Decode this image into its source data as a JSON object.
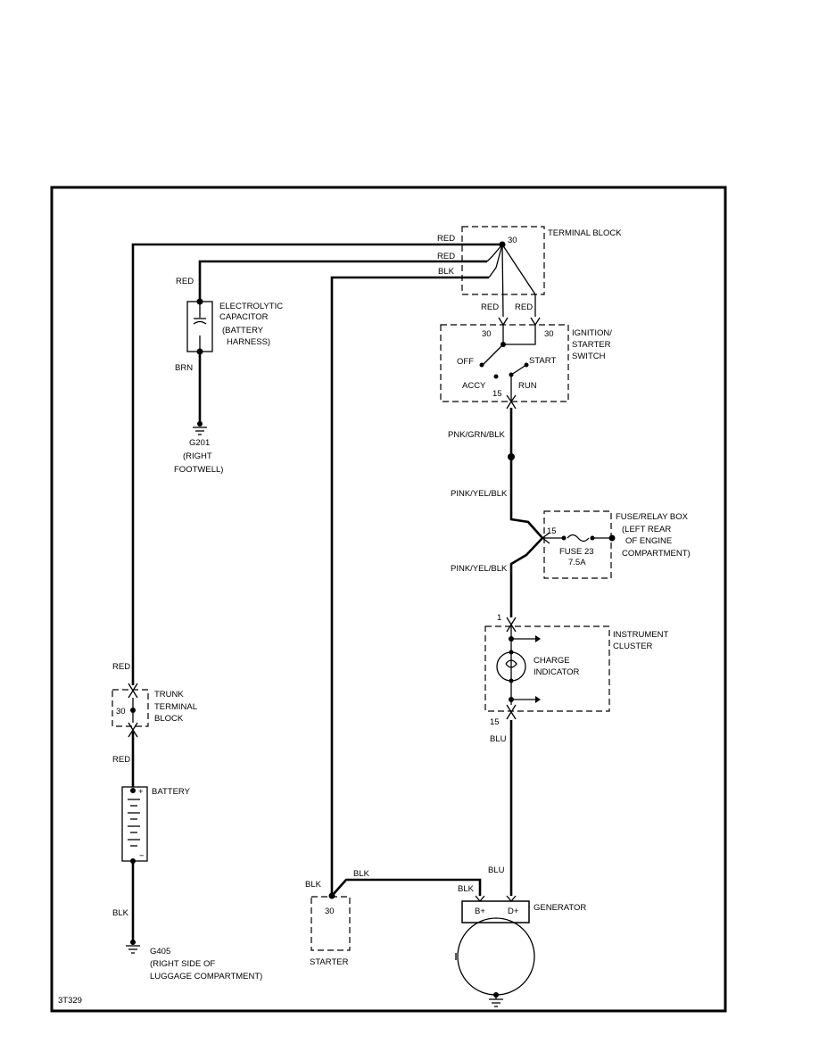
{
  "wires": {
    "red1": "RED",
    "red2": "RED",
    "blk_top": "BLK",
    "red_cap": "RED",
    "brn": "BRN",
    "red_sw_a": "RED",
    "red_sw_b": "RED",
    "pnk_grn_blk": "PNK/GRN/BLK",
    "pink_yel_blk_1": "PINK/YEL/BLK",
    "pink_yel_blk_2": "PINK/YEL/BLK",
    "red_trunk_top": "RED",
    "red_trunk_bottom": "RED",
    "blk_batt": "BLK",
    "blu_1": "BLU",
    "blu_2": "BLU",
    "blk_starter_a": "BLK",
    "blk_starter_b": "BLK",
    "blk_gen": "BLK"
  },
  "components": {
    "terminal_block": {
      "label": "TERMINAL BLOCK",
      "pin": "30"
    },
    "capacitor": {
      "line1": "ELECTROLYTIC",
      "line2": "CAPACITOR",
      "line3": "(BATTERY",
      "line4": "HARNESS)"
    },
    "g201": {
      "line1": "G201",
      "line2": "(RIGHT",
      "line3": "FOOTWELL)"
    },
    "ignition_switch": {
      "line1": "IGNITION/",
      "line2": "STARTER",
      "line3": "SWITCH",
      "pin_left": "30",
      "pin_right": "30",
      "pin_15": "15",
      "pos_off": "OFF",
      "pos_start": "START",
      "pos_accy": "ACCY",
      "pos_run": "RUN"
    },
    "fuse_relay_box": {
      "line1": "FUSE/RELAY BOX",
      "line2": "(LEFT REAR",
      "line3": "OF ENGINE",
      "line4": "COMPARTMENT)",
      "pin": "15",
      "fuse_line1": "FUSE 23",
      "fuse_line2": "7.5A"
    },
    "instrument_cluster": {
      "line1": "INSTRUMENT",
      "line2": "CLUSTER",
      "pin_top": "1",
      "pin_bottom": "15",
      "indicator_line1": "CHARGE",
      "indicator_line2": "INDICATOR"
    },
    "trunk_terminal_block": {
      "line1": "TRUNK",
      "line2": "TERMINAL",
      "line3": "BLOCK",
      "pin": "30"
    },
    "battery": {
      "label": "BATTERY",
      "plus": "+",
      "minus": "−"
    },
    "g405": {
      "line1": "G405",
      "line2": "(RIGHT SIDE OF",
      "line3": "LUGGAGE COMPARTMENT)"
    },
    "starter": {
      "label": "STARTER",
      "pin": "30"
    },
    "generator": {
      "label": "GENERATOR",
      "pin_b": "B+",
      "pin_d": "D+"
    }
  },
  "figure_id": "3T329"
}
